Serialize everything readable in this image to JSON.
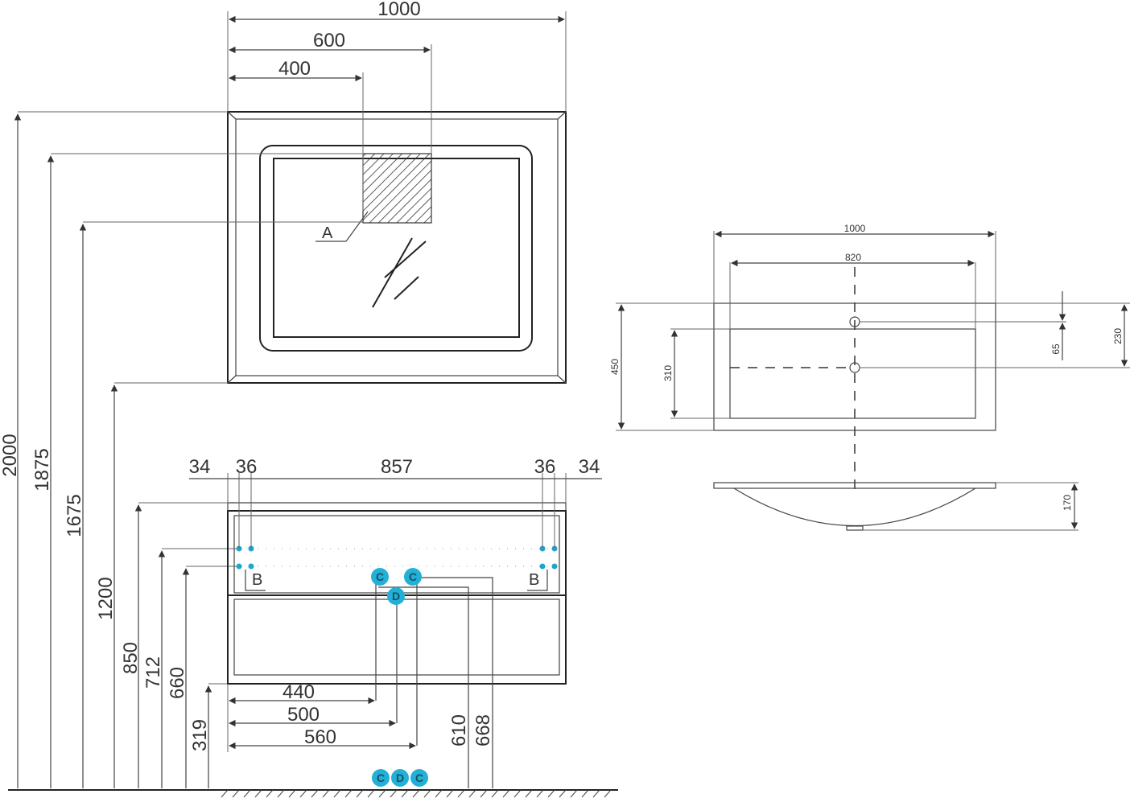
{
  "front_view": {
    "mirror_width": "1000",
    "dim_600": "600",
    "dim_400": "400",
    "detail_label_a": "A",
    "heights": [
      "2000",
      "1875",
      "1675",
      "1200",
      "850",
      "712",
      "660",
      "319"
    ],
    "cabinet_widths": [
      "34",
      "36",
      "857",
      "36",
      "34"
    ],
    "connection_label_b_left": "B",
    "connection_label_b_right": "B",
    "offsets_bottom": [
      "440",
      "500",
      "560"
    ],
    "offsets_right": [
      "610",
      "668"
    ],
    "markers": {
      "c_left": "C",
      "c_right": "C",
      "d_center": "D",
      "floor_c_left": "C",
      "floor_d": "D",
      "floor_c_right": "C"
    }
  },
  "sink_view": {
    "width_outer": "1000",
    "width_inner": "820",
    "depth": "450",
    "bowl_depth": "310",
    "tap_offset": "65",
    "drain_offset": "230",
    "bowl_height": "170"
  },
  "colors": {
    "marker": "#22b0d6",
    "line": "#222222"
  }
}
